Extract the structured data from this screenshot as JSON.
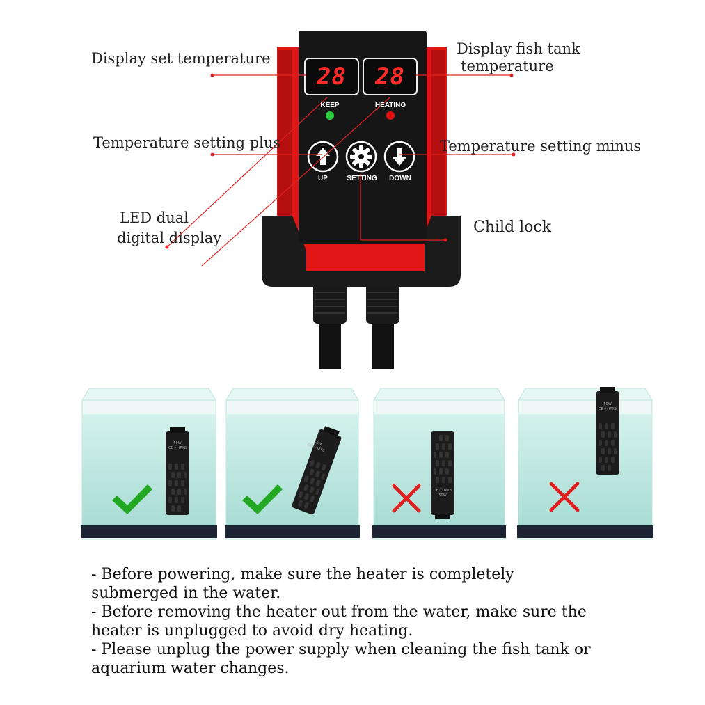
{
  "callouts": {
    "display_set_temperature": "Display set temperature",
    "display_tank_temperature_line1": "Display fish tank",
    "display_tank_temperature_line2": "temperature",
    "temperature_plus": "Temperature setting plus",
    "temperature_minus": "Temperature setting minus",
    "led_line1": "LED dual",
    "led_line2": "digital display",
    "child_lock": "Child lock"
  },
  "controller": {
    "set_display": "28",
    "tank_display": "28",
    "keep_label": "KEEP",
    "heating_label": "HEATING",
    "up_label": "UP",
    "setting_label": "SETTING",
    "down_label": "DOWN",
    "keep_led_color": "#2ecc40",
    "heating_led_color": "#e01010"
  },
  "tanks": [
    {
      "placement": "upright, fully submerged",
      "status": "correct",
      "heater_label_top": "50W",
      "heater_label_bottom": "CE ⓡ IPX8"
    },
    {
      "placement": "tilted, fully submerged",
      "status": "correct",
      "heater_label_top": "50W",
      "heater_label_bottom": "CE ⓡ IPX8"
    },
    {
      "placement": "upside down",
      "status": "wrong",
      "heater_label_top": "CE ⓡ IPX8",
      "heater_label_bottom": "50W"
    },
    {
      "placement": "not submerged",
      "status": "wrong",
      "heater_label_top": "50W",
      "heater_label_bottom": "CE ⓡ IPX8"
    }
  ],
  "colors": {
    "check": "#22a822",
    "cross": "#e02020",
    "water": "#bfe9e3",
    "accent_red": "#e01515"
  },
  "notes": [
    "- Before powering, make sure the heater is completely submerged in the water.",
    "- Before removing the heater out from the water, make sure the heater is unplugged to avoid dry heating.",
    "- Please unplug the power supply when cleaning the fish tank or aquarium water changes."
  ]
}
